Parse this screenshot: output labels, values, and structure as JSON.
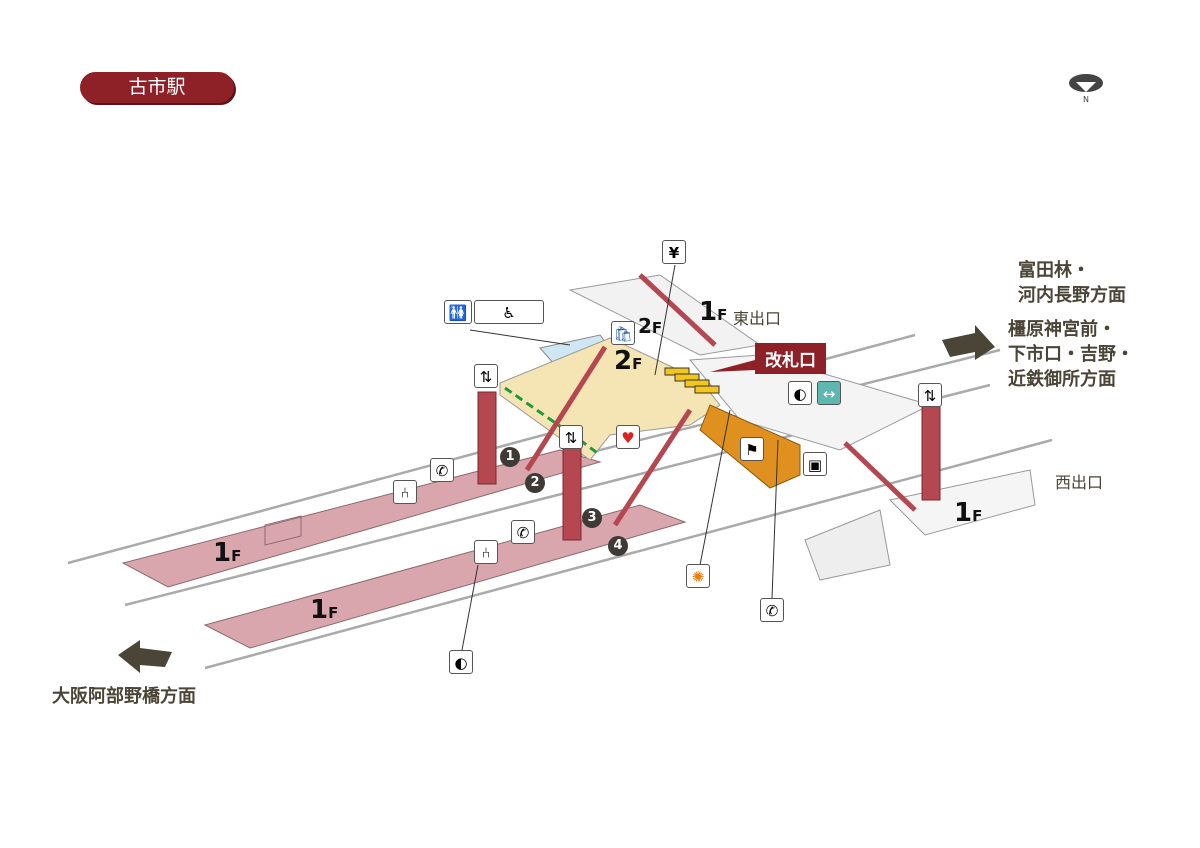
{
  "station_name": "古市駅",
  "directions": {
    "upper_right_1": [
      "富田林・",
      "河内長野方面"
    ],
    "upper_right_2": [
      "橿原神宮前・",
      "下市口・吉野・",
      "近鉄御所方面"
    ],
    "lower_left": "大阪阿部野橋方面"
  },
  "exits": {
    "east": "東出口",
    "west": "西出口"
  },
  "ticket_gate": "改札口",
  "floors": {
    "f2": "2",
    "f1": "1",
    "suffix": "F"
  },
  "stair_numbers": [
    "1",
    "2",
    "3",
    "4"
  ],
  "icons": {
    "atm": "¥",
    "phone": "✆",
    "elevator": "⇅"
  },
  "colors": {
    "platform": "#d9a6ae",
    "concourse": "#f5e5b5",
    "shop": "#e0901e",
    "accent": "#8e2128",
    "path": "#1e9a3c"
  }
}
